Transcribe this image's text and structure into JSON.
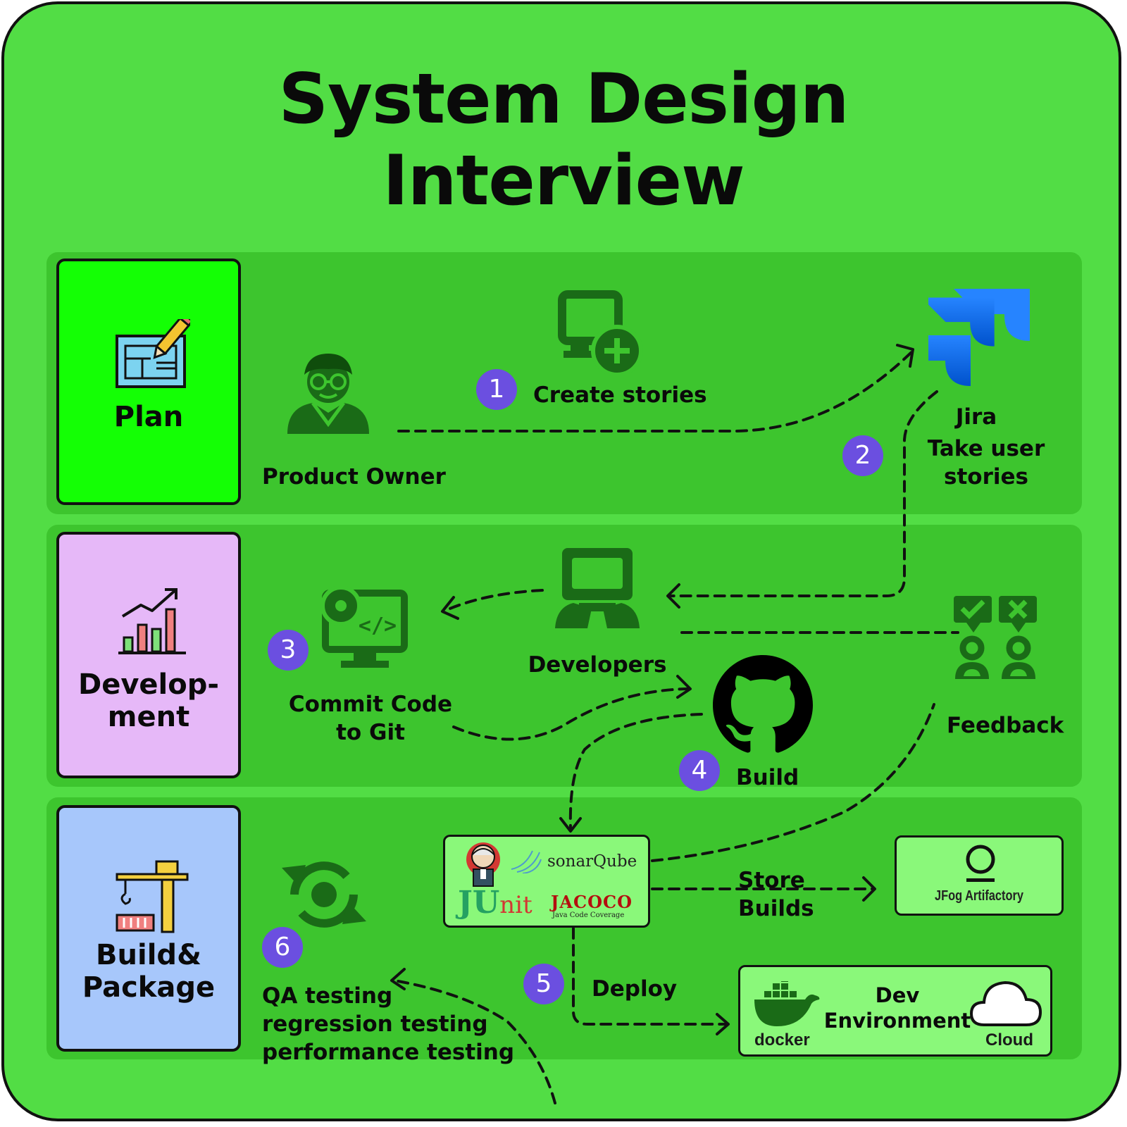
{
  "title": {
    "line1": "System Design",
    "line2": "Interview"
  },
  "stages": {
    "plan": "Plan",
    "development": "Develop-\nment",
    "build": "Build&\nPackage"
  },
  "steps": {
    "s1": {
      "num": "1",
      "label": "Create stories"
    },
    "s2": {
      "num": "2"
    },
    "s3": {
      "num": "3",
      "label": "Commit Code\nto Git"
    },
    "s4": {
      "num": "4",
      "label": "Build"
    },
    "s5": {
      "num": "5",
      "label": "Deploy"
    },
    "s6": {
      "num": "6",
      "label": "QA testing\nregression testing\nperformance testing"
    }
  },
  "actors": {
    "product_owner": "Product Owner",
    "jira": "Jira",
    "jira_sub": "Take user\nstories",
    "developers": "Developers",
    "feedback": "Feedback",
    "store_builds": "Store\nBuilds"
  },
  "tools": {
    "sonarqube": "sonarQube",
    "junit_j": "JU",
    "junit_rest": "nit",
    "jacoco": "JACOCO",
    "jacoco_sub": "Java Code Coverage",
    "jfrog": "JFog Artifactory",
    "docker": "docker",
    "dev_env": "Dev\nEnvironment",
    "cloud": "Cloud"
  },
  "colors": {
    "background": "#52dd45",
    "band": "#3dc52e",
    "icon_dark": "#1a6b17",
    "plan": "#14ff05",
    "development": "#e6b8f8",
    "build": "#a7c7fb",
    "badge": "#6b4fe0",
    "tool_box": "#8af87a",
    "jira_blue": "#2684ff"
  }
}
